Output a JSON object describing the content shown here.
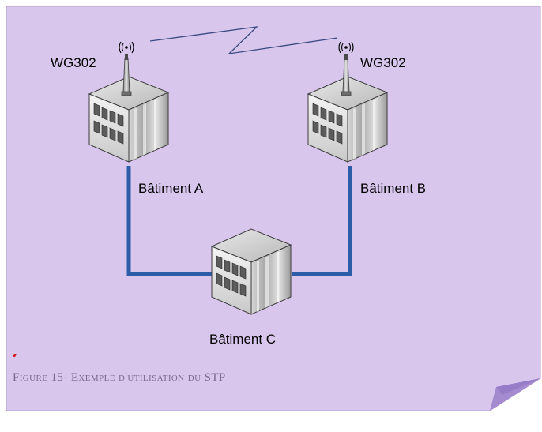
{
  "colors": {
    "sticky_note": "#d8c6ec",
    "sticky_border": "#b39dd0",
    "page_curl": "#9c82c8",
    "link_blue": "#2e5da8",
    "wireless_link": "#3a4a80",
    "caption": "#7a6a8e",
    "caption_mark": "#d41c1c"
  },
  "icons": {
    "building": "building-icon",
    "antenna": "wireless-antenna-icon"
  },
  "diagram": {
    "access_point_left": "WG302",
    "access_point_right": "WG302",
    "building_a": "Bâtiment A",
    "building_b": "Bâtiment B",
    "building_c": "Bâtiment C"
  },
  "caption": "Figure 15- Exemple d'utilisation du STP"
}
